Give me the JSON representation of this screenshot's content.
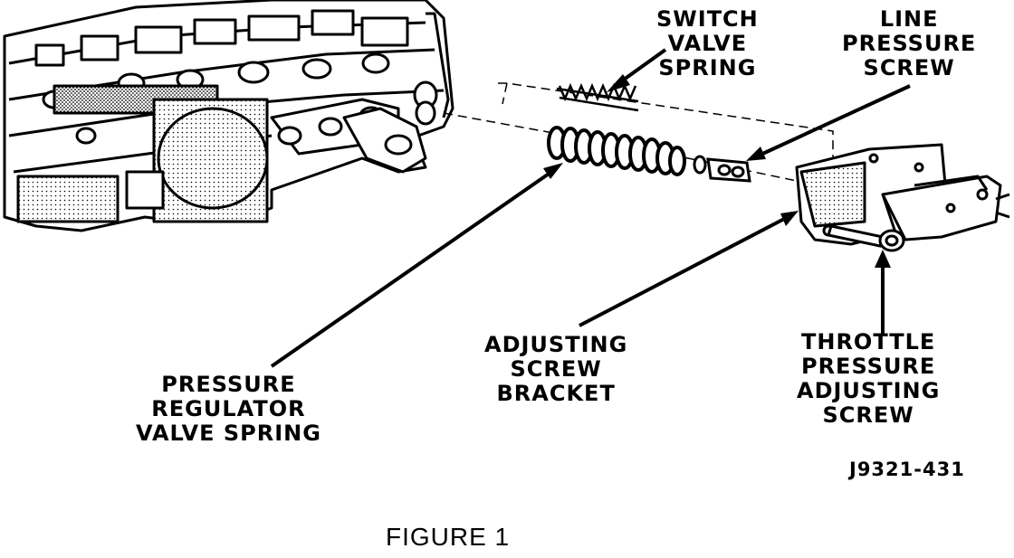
{
  "labels": {
    "switch_valve_spring": [
      "SWITCH",
      "VALVE",
      "SPRING"
    ],
    "line_pressure_screw": [
      "LINE",
      "PRESSURE",
      "SCREW"
    ],
    "pressure_regulator_valve_spring": [
      "PRESSURE",
      "REGULATOR",
      "VALVE SPRING"
    ],
    "adjusting_screw_bracket": [
      "ADJUSTING",
      "SCREW",
      "BRACKET"
    ],
    "throttle_pressure_adjusting_screw": [
      "THROTTLE",
      "PRESSURE",
      "ADJUSTING",
      "SCREW"
    ]
  },
  "figure_id": "J9321-431",
  "caption": "FIGURE 1"
}
